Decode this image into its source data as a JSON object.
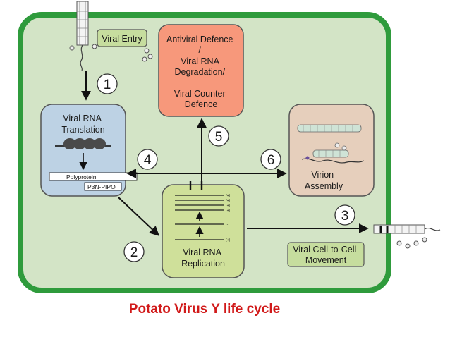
{
  "diagram": {
    "caption": "Potato Virus Y life cycle",
    "boxes": {
      "viral_entry": "Viral Entry",
      "antiviral": [
        "Antiviral Defence",
        "/",
        "Viral RNA",
        "Degradation/",
        "",
        "Viral Counter",
        "Defence"
      ],
      "translation": [
        "Viral RNA",
        "Translation"
      ],
      "polyprotein": "Polyprotein",
      "p3n_pipo": "P3N-PIPO",
      "virion_assembly": [
        "Virion",
        "Assembly"
      ],
      "replication": [
        "Viral RNA",
        "Replication"
      ],
      "movement": [
        "Viral Cell-to-Cell",
        "Movement"
      ]
    },
    "strand_labels": {
      "plus": "(+)",
      "minus": "(-)"
    },
    "steps": [
      "1",
      "2",
      "3",
      "4",
      "5",
      "6"
    ]
  },
  "colors": {
    "cell_fill": "#d3e4c6",
    "cell_border": "#2f9b3c",
    "antiviral_fill": "#f7987b",
    "translation_fill": "#bdd2e4",
    "assembly_fill": "#e6cfbc",
    "replication_fill": "#cfe09a",
    "label_fill": "#c6dd9e",
    "caption": "#d11a1a"
  }
}
